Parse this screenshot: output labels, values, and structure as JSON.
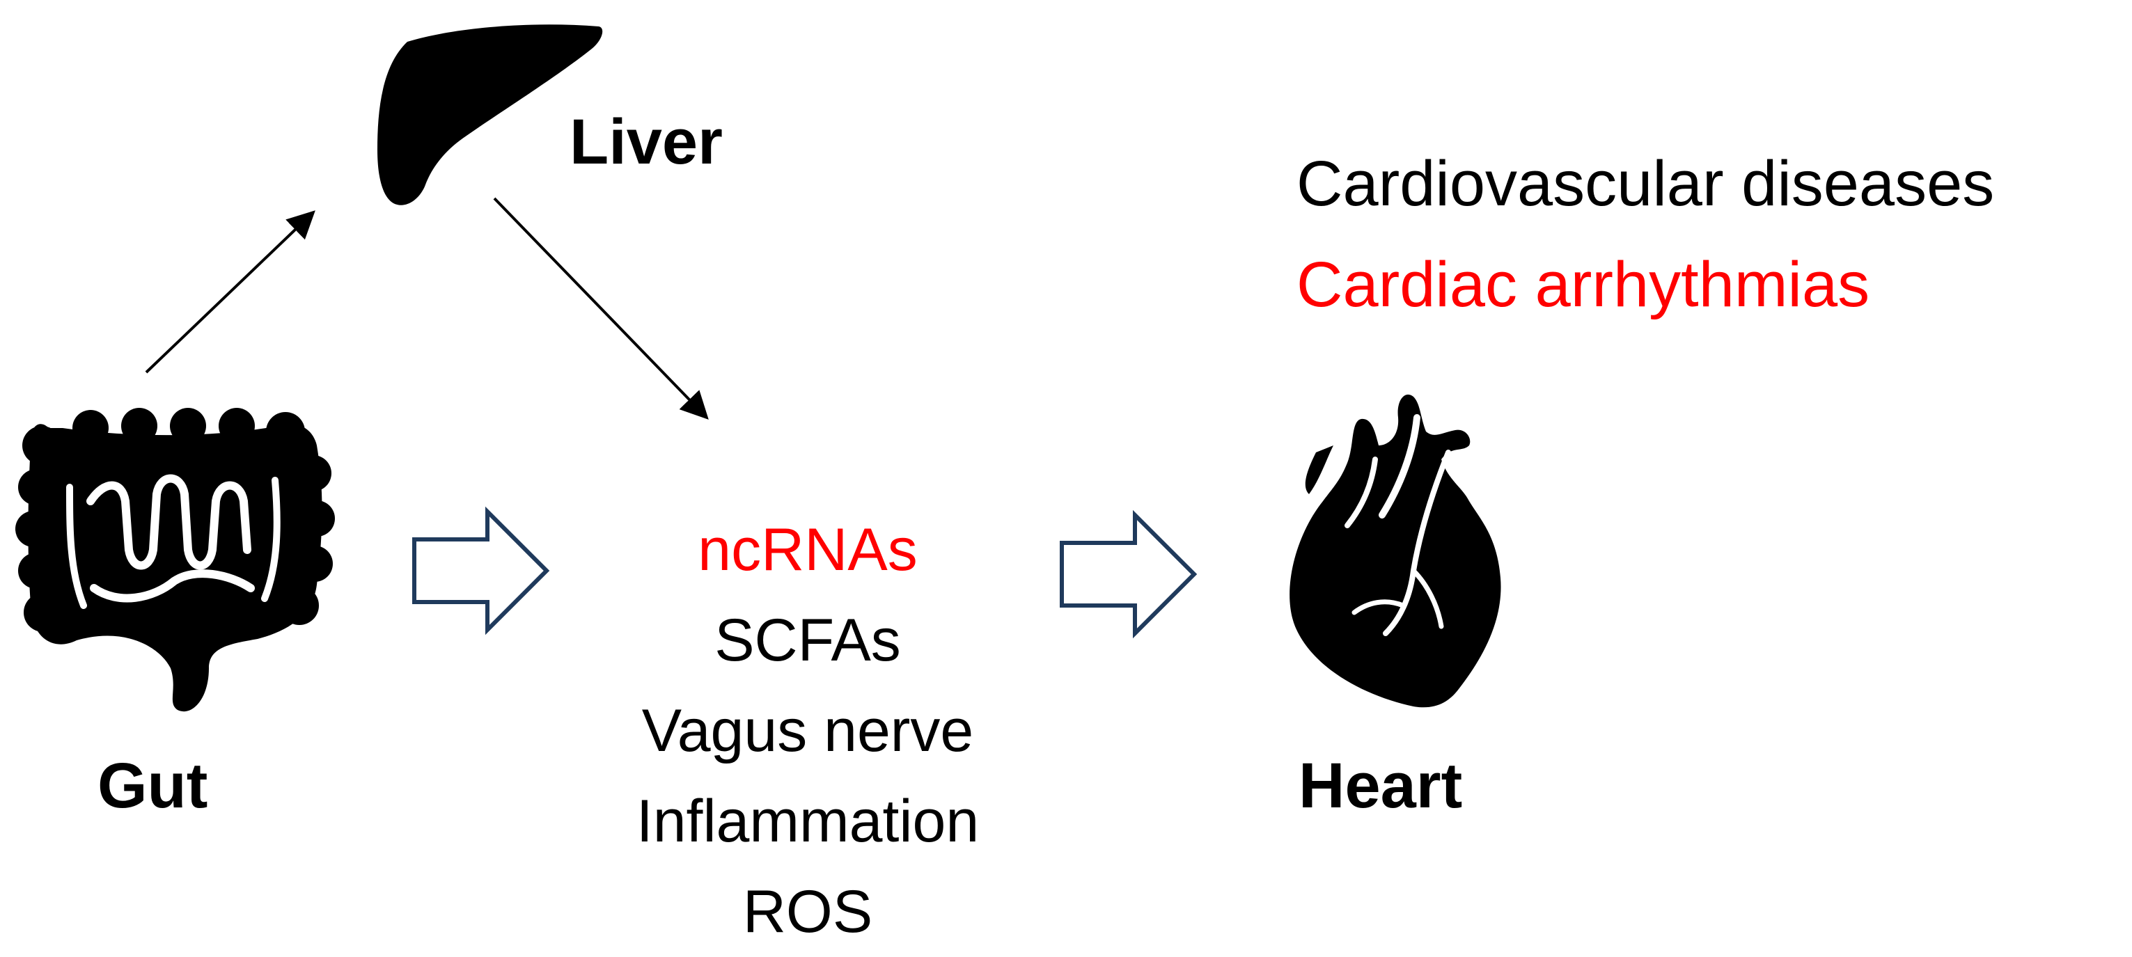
{
  "organs": {
    "liver": {
      "label": "Liver",
      "icon": "liver-icon"
    },
    "gut": {
      "label": "Gut",
      "icon": "intestine-icon"
    },
    "heart": {
      "label": "Heart",
      "icon": "heart-icon"
    }
  },
  "outcomes": {
    "line1": {
      "text": "Cardiovascular diseases",
      "color": "#000000"
    },
    "line2": {
      "text": "Cardiac arrhythmias",
      "color": "#ff0000"
    }
  },
  "mediators": [
    {
      "text": "ncRNAs",
      "color": "#ff0000"
    },
    {
      "text": "SCFAs",
      "color": "#000000"
    },
    {
      "text": "Vagus nerve",
      "color": "#000000"
    },
    {
      "text": "Inflammation",
      "color": "#000000"
    },
    {
      "text": "ROS",
      "color": "#000000"
    }
  ],
  "colors": {
    "icon_fill": "#000000",
    "block_arrow_stroke": "#1f3a5c",
    "thin_arrow": "#000000"
  }
}
